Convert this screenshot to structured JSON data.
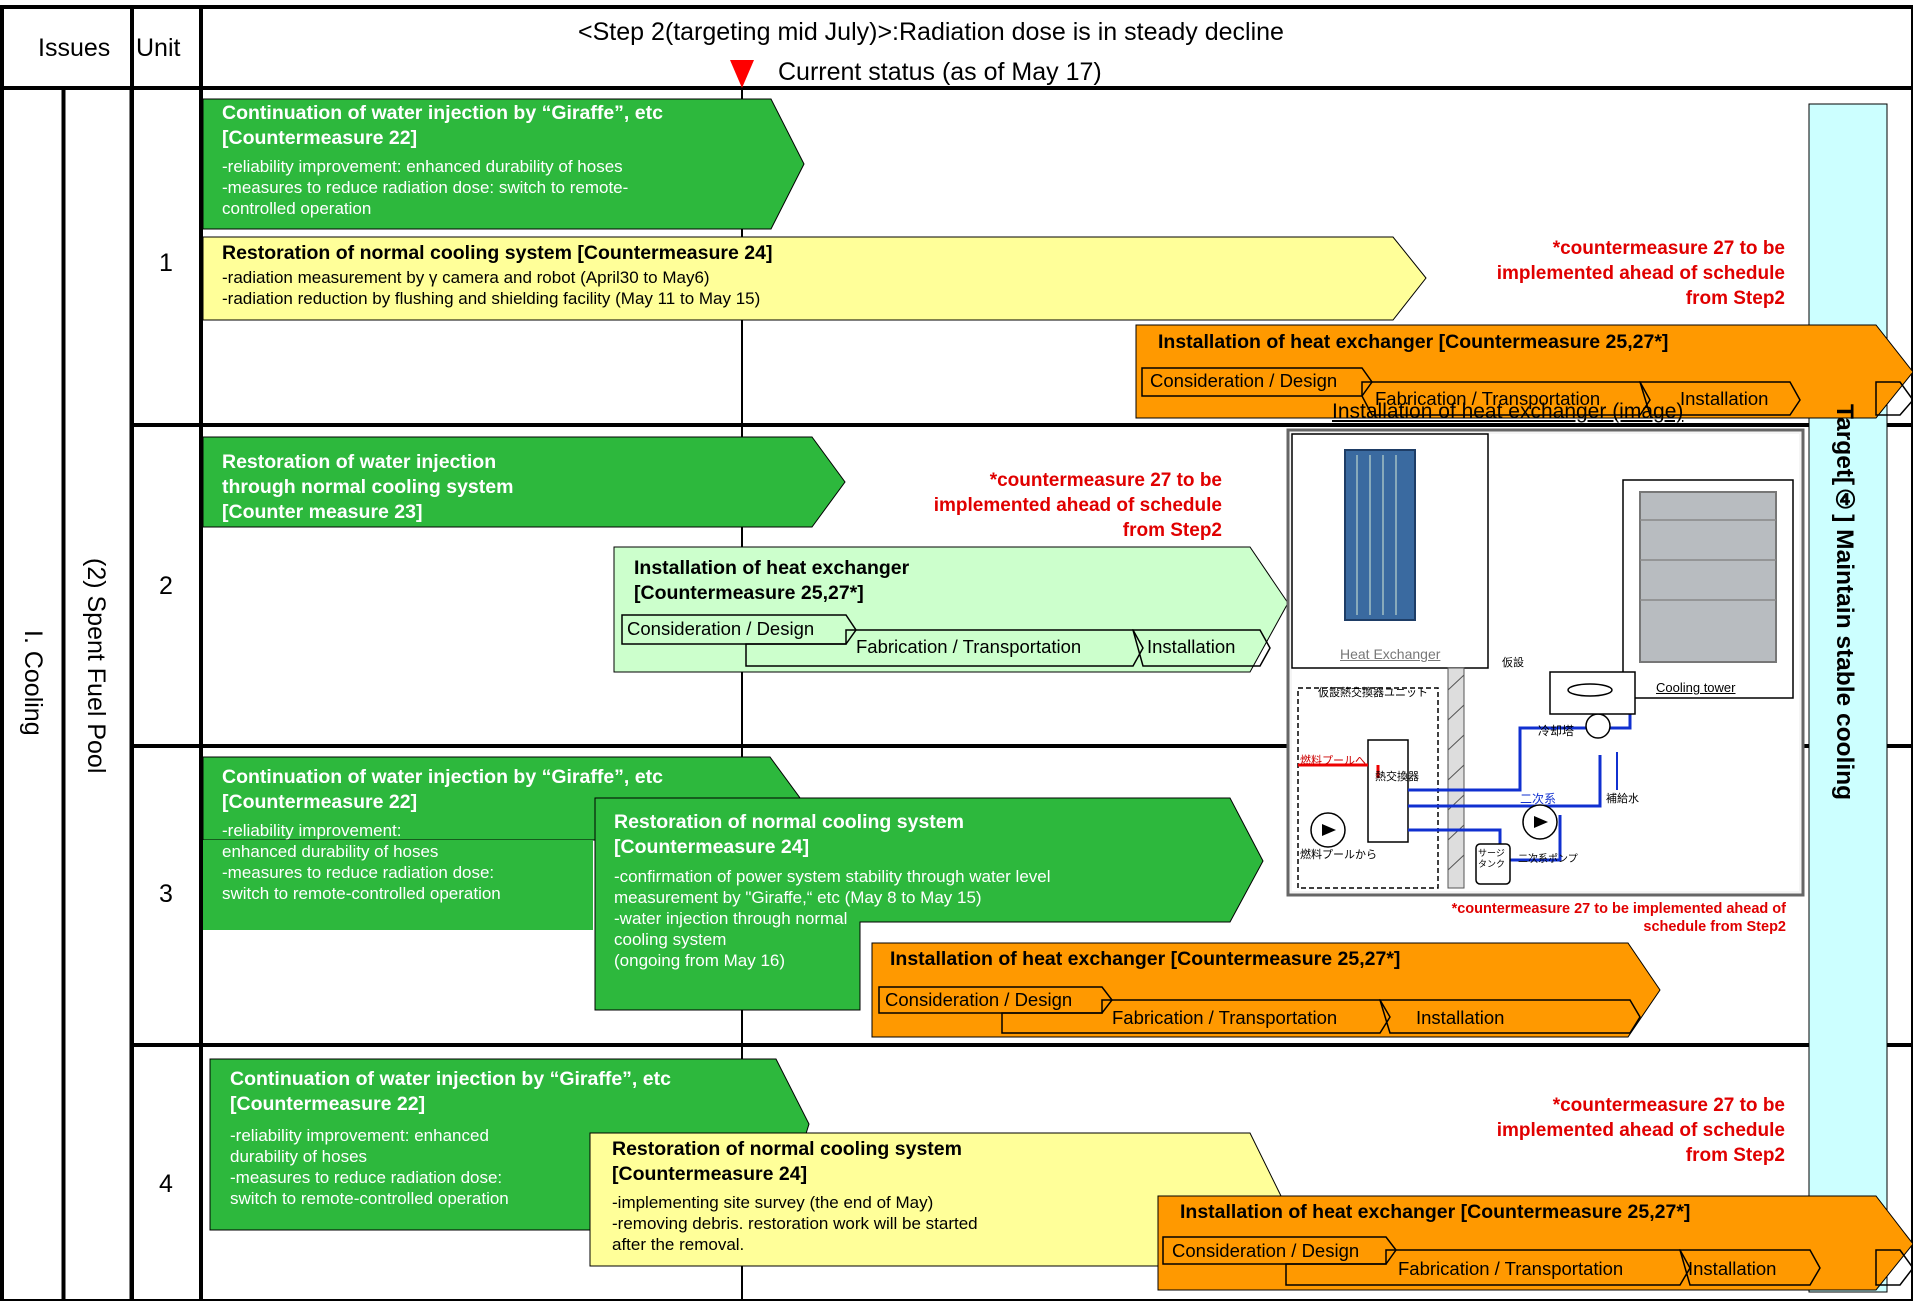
{
  "header": {
    "issues_label": "Issues",
    "unit_label": "Unit",
    "step_title": "<Step 2(targeting mid July)>:Radiation dose is in steady decline",
    "current_status": "Current status (as of May 17)"
  },
  "issue_category": "I. Cooling",
  "sub_issue": "(2) Spent Fuel Pool",
  "target": "Target[④] Maintain stable cooling",
  "units": [
    "1",
    "2",
    "3",
    "4"
  ],
  "phases": {
    "design": "Consideration / Design",
    "fabrication": "Fabrication / Transportation",
    "installation": "Installation"
  },
  "unit1": {
    "giraffe_title": "Continuation of water injection by “Giraffe”, etc\n[Countermeasure 22]",
    "giraffe_body": "-reliability improvement: enhanced durability of hoses\n-measures to reduce radiation dose: switch to remote-\ncontrolled operation",
    "restoration_title": "Restoration of normal cooling system [Countermeasure 24]",
    "restoration_body": "-radiation measurement by γ camera and robot (April30 to May6)\n-radiation reduction by flushing and shielding facility (May 11 to May 15)",
    "note": "*countermeasure 27 to be\nimplemented ahead of schedule\nfrom Step2",
    "hx_title": "Installation of heat exchanger [Countermeasure 25,27*]"
  },
  "unit2": {
    "restoration_title": "Restoration of water injection\n through normal cooling system\n[Counter measure 23]",
    "note": "*countermeasure 27 to be\nimplemented ahead of schedule\nfrom Step2",
    "hx_title": "Installation of heat exchanger\n [Countermeasure 25,27*]"
  },
  "unit3": {
    "giraffe_title": "Continuation of water injection by “Giraffe”, etc\n[Countermeasure 22]",
    "giraffe_body": "-reliability improvement:\n enhanced durability of hoses\n-measures to reduce radiation dose:\n switch to remote-controlled operation",
    "restoration_title": "Restoration of normal cooling system\n[Countermeasure 24]",
    "restoration_body": "-confirmation of power system stability through water level\n  measurement by \"Giraffe,“ etc (May 8 to May 15)\n-water injection through normal\n  cooling system\n(ongoing from May 16)",
    "hx_title": "Installation of heat exchanger [Countermeasure 25,27*]"
  },
  "unit4": {
    "giraffe_title": "Continuation of water injection by “Giraffe”, etc\n[Countermeasure 22]",
    "giraffe_body": "-reliability improvement: enhanced\ndurability of hoses\n-measures to reduce radiation dose:\nswitch to remote-controlled operation",
    "restoration_title": "Restoration of normal cooling system\n[Countermeasure 24]",
    "restoration_body": "-implementing site survey (the end of May)\n-removing debris. restoration work will be started\n  after the removal.",
    "note": "*countermeasure 27 to be\nimplemented ahead of schedule\nfrom Step2",
    "hx_title": "Installation of heat exchanger [Countermeasure 25,27*]"
  },
  "image_panel": {
    "caption": "Installation of heat exchanger (image)",
    "heat_exchanger_label": "Heat Exchanger",
    "cooling_tower_label": "Cooling tower",
    "note": "*countermeasure 27 to be implemented ahead of\nschedule from Step2",
    "jp_temp": "仮設",
    "jp_unit": "仮設熱交換器ユニット",
    "jp_tower": "冷却塔",
    "jp_to_pool": "燃料プールへ",
    "jp_from_pool": "燃料プールから",
    "jp_hx": "熱交換器",
    "jp_secondary": "二次系",
    "jp_makeup": "補給水",
    "jp_surge": "サージ\nタンク",
    "jp_pump": "二次系ポンプ"
  },
  "colors": {
    "green": "#2db83d",
    "light_green": "#ccffcc",
    "yellow": "#ffff99",
    "orange": "#ff9900",
    "cyan": "#ccffff",
    "red": "#e00000"
  }
}
